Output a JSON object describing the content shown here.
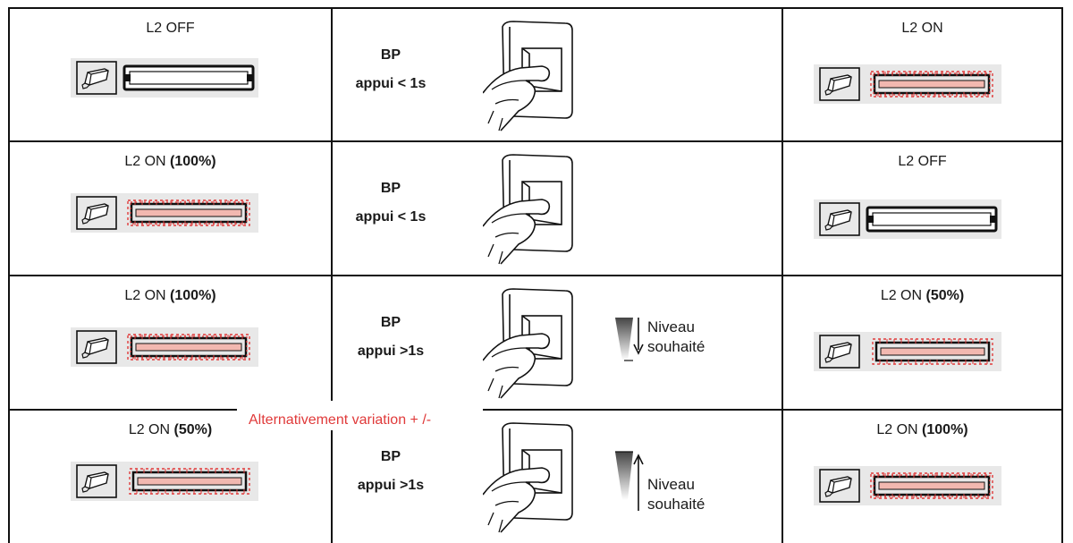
{
  "rows": [
    {
      "left": {
        "state": "L2 OFF",
        "level": "",
        "lamp": "off"
      },
      "action": {
        "line1": "BP",
        "line2": "appui < 1s",
        "indicator": "none",
        "niveau": ""
      },
      "right": {
        "state": "L2 ON",
        "level": "",
        "lamp": "on-full"
      }
    },
    {
      "left": {
        "state": "L2 ON ",
        "level": "(100%)",
        "lamp": "on-full"
      },
      "action": {
        "line1": "BP",
        "line2": "appui < 1s",
        "indicator": "none",
        "niveau": ""
      },
      "right": {
        "state": "L2 OFF",
        "level": "",
        "lamp": "off"
      }
    },
    {
      "left": {
        "state": "L2 ON ",
        "level": "(100%)",
        "lamp": "on-full"
      },
      "action": {
        "line1": "BP",
        "line2": "appui >1s",
        "indicator": "down",
        "niveau": "Niveau\nsouhaité"
      },
      "right": {
        "state": "L2 ON ",
        "level": "(50%)",
        "lamp": "on-half"
      }
    },
    {
      "left": {
        "state": "L2 ON ",
        "level": "(50%)",
        "lamp": "on-half"
      },
      "action": {
        "line1": "BP",
        "line2": "appui >1s",
        "indicator": "up",
        "niveau": "Niveau\nsouhaité"
      },
      "right": {
        "state": "L2 ON ",
        "level": "(100%)",
        "lamp": "on-full"
      }
    }
  ],
  "annotation": "Alternativement variation + /-",
  "colors": {
    "lamp_glow": "#e03a3a",
    "lamp_fill": "#f2b8b0",
    "panel_bg": "#e8e8e8"
  },
  "icons": {
    "ballast": "ballast-icon",
    "tube": "fluorescent-tube-icon",
    "switch": "push-button-hand-icon"
  }
}
